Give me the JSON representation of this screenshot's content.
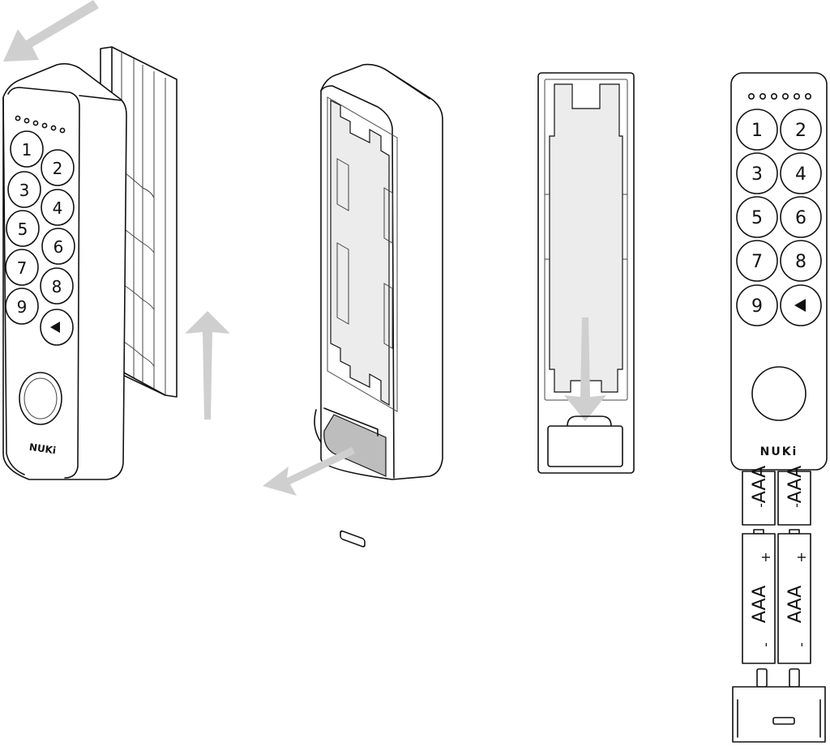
{
  "brand": "NUKi",
  "keypad_keys": [
    "1",
    "2",
    "3",
    "4",
    "5",
    "6",
    "7",
    "8",
    "9"
  ],
  "back_key_icon": "left-triangle-icon",
  "battery": {
    "type_label": "AAA",
    "plus": "+",
    "minus": "-"
  },
  "colors": {
    "line": "#111111",
    "arrow": "#cfcfcf",
    "panel_shade": "#ececec"
  }
}
